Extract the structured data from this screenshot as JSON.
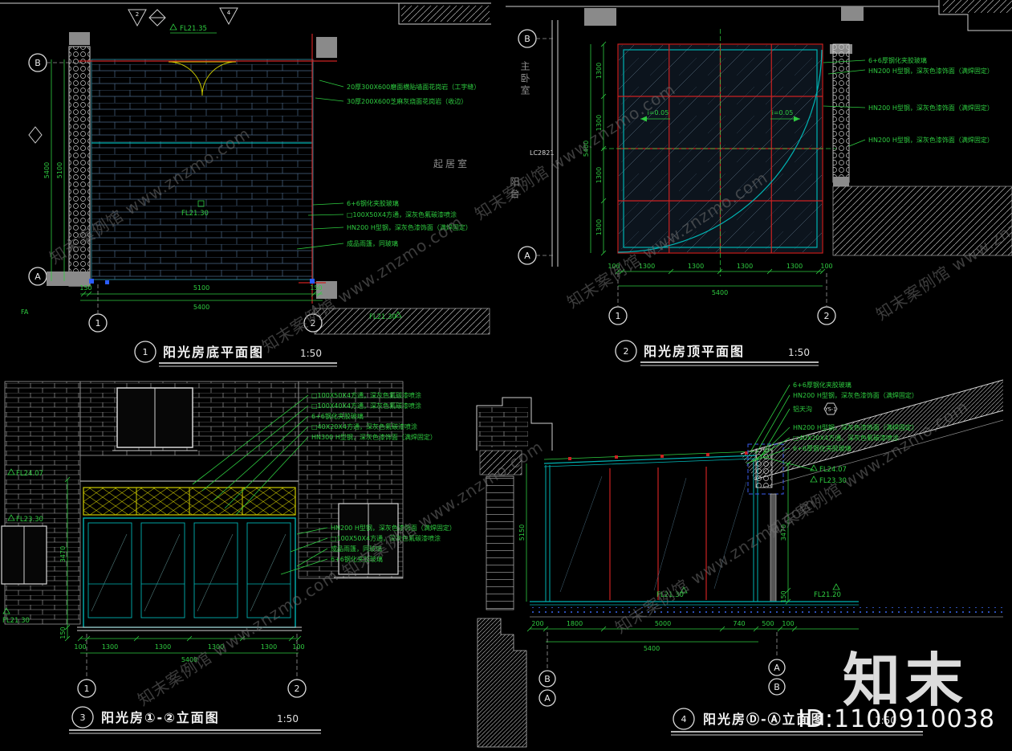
{
  "watermarks": {
    "diagonal_text": "知末案例馆 www.znzmo.com",
    "brand_large": "知末",
    "id_label": "ID:1100910038"
  },
  "panel1": {
    "num": "1",
    "title": "阳光房底平面图",
    "scale": "1:50",
    "room": "起居室",
    "corner_tag": "FA",
    "flags": {
      "f1": "2",
      "f2": "4"
    },
    "levels": {
      "top": "FL21.35",
      "center": "FL21.30",
      "right": "FL21.30"
    },
    "axes": {
      "b": "B",
      "a": "A",
      "n1": "1",
      "n2": "2"
    },
    "dims": {
      "bottom": [
        "150",
        "5100",
        "150"
      ],
      "bottom_total": "5400",
      "left_inner": "5100",
      "left_total": "5400"
    },
    "ann_wall": [
      "20厚300X600磨面横贴墙面花岗岩（工字缝）",
      "30厚200X600芝麻灰烧面花岗岩（收边）"
    ],
    "ann_frame": [
      "6+6钢化夹胶玻璃",
      "□100X50X4方通，深灰色氟碳漆喷涂",
      "HN200 H型钢，深灰色漆饰面（满焊固定）",
      "成品雨篷，同玻璃"
    ]
  },
  "panel2": {
    "num": "2",
    "title": "阳光房顶平面图",
    "scale": "1:50",
    "room_left": "主卧室",
    "room_left2": "阳台",
    "window_tag": "LC2821",
    "slope_left": "i=0.05",
    "slope_right": "i=0.05",
    "axes": {
      "b": "B",
      "a": "A",
      "n1": "1",
      "n2": "2"
    },
    "dims": {
      "left": [
        "1300",
        "1300",
        "1300",
        "1300"
      ],
      "left_total": "5400",
      "bottom": [
        "100",
        "1300",
        "1300",
        "1300",
        "1300",
        "100"
      ],
      "bottom_total": "5400"
    },
    "ann": [
      "6+6厚钢化夹胶玻璃",
      "HN200 H型钢，深灰色漆饰面（满焊固定）",
      "HN200 H型钢，深灰色漆饰面（满焊固定）",
      "HN200 H型钢，深灰色漆饰面（满焊固定）"
    ]
  },
  "panel3": {
    "num": "3",
    "title": "阳光房①-②立面图",
    "scale": "1:50",
    "levels": {
      "top": "FL24.07",
      "mid": "FL23.30",
      "bottom": "FL21.30"
    },
    "axes": {
      "n1": "1",
      "n2": "2"
    },
    "dims": {
      "left": [
        "3470",
        "150"
      ],
      "bottom": [
        "100",
        "1300",
        "1300",
        "1300",
        "1300",
        "100"
      ],
      "bottom_total": "5400"
    },
    "ann_top": [
      "□100X50X4方通，深灰色氟碳漆喷涂",
      "□100X40X4方通，深灰色氟碳漆喷涂",
      "6+6钢化夹胶玻璃",
      "□40X20X4方通，深灰色氟碳漆喷涂",
      "HN300 H型钢，深灰色漆饰面（满焊固定）"
    ],
    "ann_right": [
      "HN200 H型钢，深灰色漆饰面（满焊固定）",
      "□100X50X4方通，深灰色氟碳漆喷涂",
      "成品雨篷，同玻璃",
      "6+6钢化夹胶玻璃"
    ]
  },
  "panel4": {
    "num": "4",
    "title": "阳光房Ⓓ-Ⓐ立面图",
    "scale": "1:50",
    "detail_tag": "YS-1",
    "levels": {
      "eave": "FL24.07",
      "eave2": "FL23.30",
      "floor": "FL21.30",
      "ground": "FL21.20"
    },
    "axes": {
      "left_top": "B",
      "left_bottom": "A",
      "right_top": "A",
      "right_bottom": "B"
    },
    "dims": {
      "right": [
        "3470",
        "150"
      ],
      "left_total": "5150",
      "bottom": [
        "200",
        "1800",
        "5000",
        "740",
        "500",
        "100"
      ],
      "bottom_total": "5400"
    },
    "ann": [
      "6+6厚钢化夹胶玻璃",
      "HN200 H型钢，深灰色漆饰面（满焊固定）",
      "铝天沟",
      "HN200 H型钢，深灰色漆饰面（满焊固定）",
      "□40X20X4方通，深灰色氟碳漆喷涂",
      "6+6厚钢化夹胶玻璃"
    ]
  }
}
